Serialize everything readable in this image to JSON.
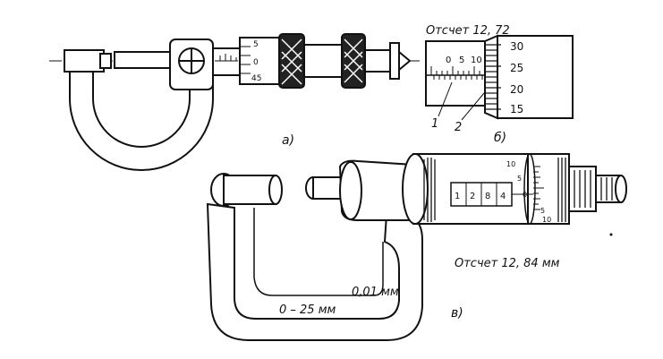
{
  "figure_a": {
    "label": "а)"
  },
  "figure_b": {
    "label": "б)",
    "reading": "Отсчет 12, 72",
    "main_scale_numbers": [
      "0",
      "5",
      "10"
    ],
    "thimble_numbers": [
      "30",
      "25",
      "20",
      "15"
    ],
    "callouts": [
      "1",
      "2"
    ]
  },
  "figure_c": {
    "label": "в)",
    "reading": "Отсчет 12, 84 мм",
    "range": "0 – 25 мм",
    "resolution": "0,01 мм",
    "counter_digits": [
      "1",
      "2",
      "8",
      "4"
    ],
    "dial_numbers": [
      "10",
      "5",
      "0",
      "5",
      "10"
    ]
  },
  "figure_a_scale": [
    "5",
    "0",
    "45"
  ]
}
